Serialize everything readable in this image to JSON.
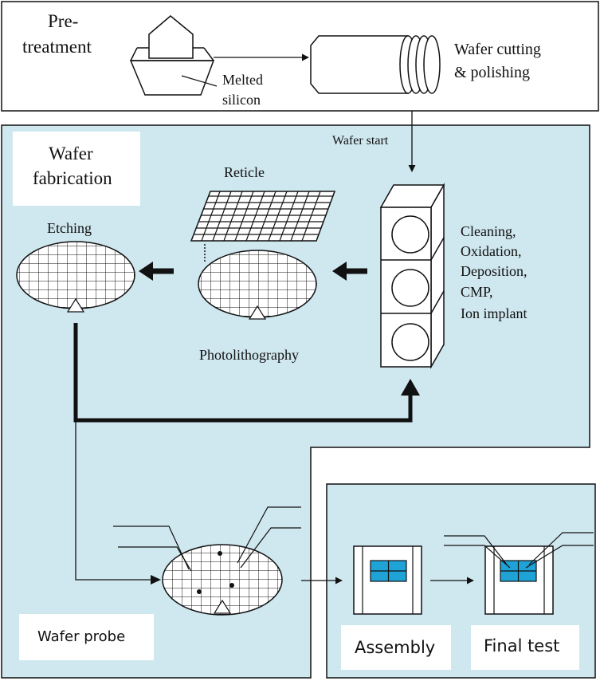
{
  "labels": {
    "pretreatment_line1": "Pre-",
    "pretreatment_line2": "treatment",
    "melted_line1": "Melted",
    "melted_line2": "silicon",
    "wafer_cutting_line1": "Wafer cutting",
    "wafer_cutting_line2": "& polishing",
    "wafer_start": "Wafer start",
    "wafer_fab_line1": "Wafer",
    "wafer_fab_line2": "fabrication",
    "reticle": "Reticle",
    "etching": "Etching",
    "photolithography": "Photolithography",
    "process_steps": [
      "Cleaning,",
      "Oxidation,",
      "Deposition,",
      "CMP,",
      "Ion implant"
    ],
    "wafer_probe": "Wafer probe",
    "assembly": "Assembly",
    "final_test": "Final test"
  },
  "colors": {
    "fab_background": "#cfe7ef",
    "chip_blue": "#1fa3d6",
    "line": "#111111"
  },
  "icons": [
    "crucible-icon",
    "silicon-ingot-icon",
    "process-tool-icon",
    "reticle-icon",
    "wafer-icon",
    "package-icon"
  ]
}
